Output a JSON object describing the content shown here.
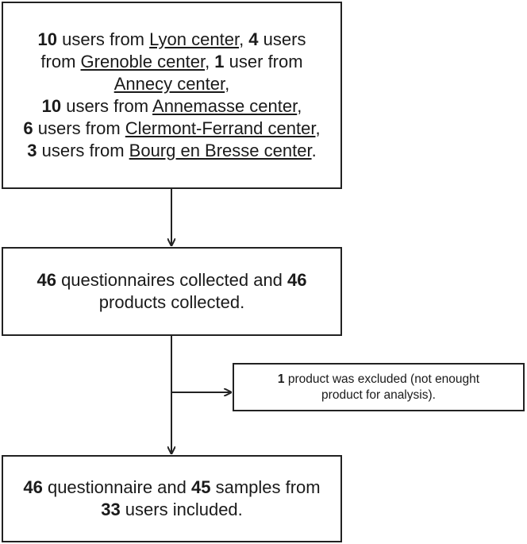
{
  "box1": {
    "lines": [
      [
        {
          "t": "10",
          "b": true
        },
        {
          "t": " users from "
        },
        {
          "t": "Lyon center",
          "u": true
        },
        {
          "t": ", "
        },
        {
          "t": "4",
          "b": true
        },
        {
          "t": " users"
        }
      ],
      [
        {
          "t": "from "
        },
        {
          "t": "Grenoble center",
          "u": true
        },
        {
          "t": ", "
        },
        {
          "t": "1",
          "b": true
        },
        {
          "t": " user from"
        }
      ],
      [
        {
          "t": "Annecy center",
          "u": true
        },
        {
          "t": ","
        }
      ],
      [
        {
          "t": "10",
          "b": true
        },
        {
          "t": " users from "
        },
        {
          "t": "Annemasse center",
          "u": true
        },
        {
          "t": ","
        }
      ],
      [
        {
          "t": "6",
          "b": true
        },
        {
          "t": " users from "
        },
        {
          "t": "Clermont-Ferrand center",
          "u": true
        },
        {
          "t": ","
        }
      ],
      [
        {
          "t": "3",
          "b": true
        },
        {
          "t": " users from "
        },
        {
          "t": "Bourg en Bresse center",
          "u": true
        },
        {
          "t": "."
        }
      ]
    ]
  },
  "box2": {
    "lines": [
      [
        {
          "t": "46",
          "b": true
        },
        {
          "t": " questionnaires collected and "
        },
        {
          "t": "46",
          "b": true
        }
      ],
      [
        {
          "t": "products collected."
        }
      ]
    ]
  },
  "box_excluded": {
    "lines": [
      [
        {
          "t": "1",
          "b": true
        },
        {
          "t": " product was excluded (not enought"
        }
      ],
      [
        {
          "t": "product for analysis)."
        }
      ]
    ]
  },
  "box3": {
    "lines": [
      [
        {
          "t": "46",
          "b": true
        },
        {
          "t": " questionnaire and "
        },
        {
          "t": "45",
          "b": true
        },
        {
          "t": " samples from"
        }
      ],
      [
        {
          "t": "33",
          "b": true
        },
        {
          "t": " users included."
        }
      ]
    ]
  },
  "colors": {
    "border": "#222222",
    "text": "#1a1a1a",
    "background": "#ffffff"
  }
}
